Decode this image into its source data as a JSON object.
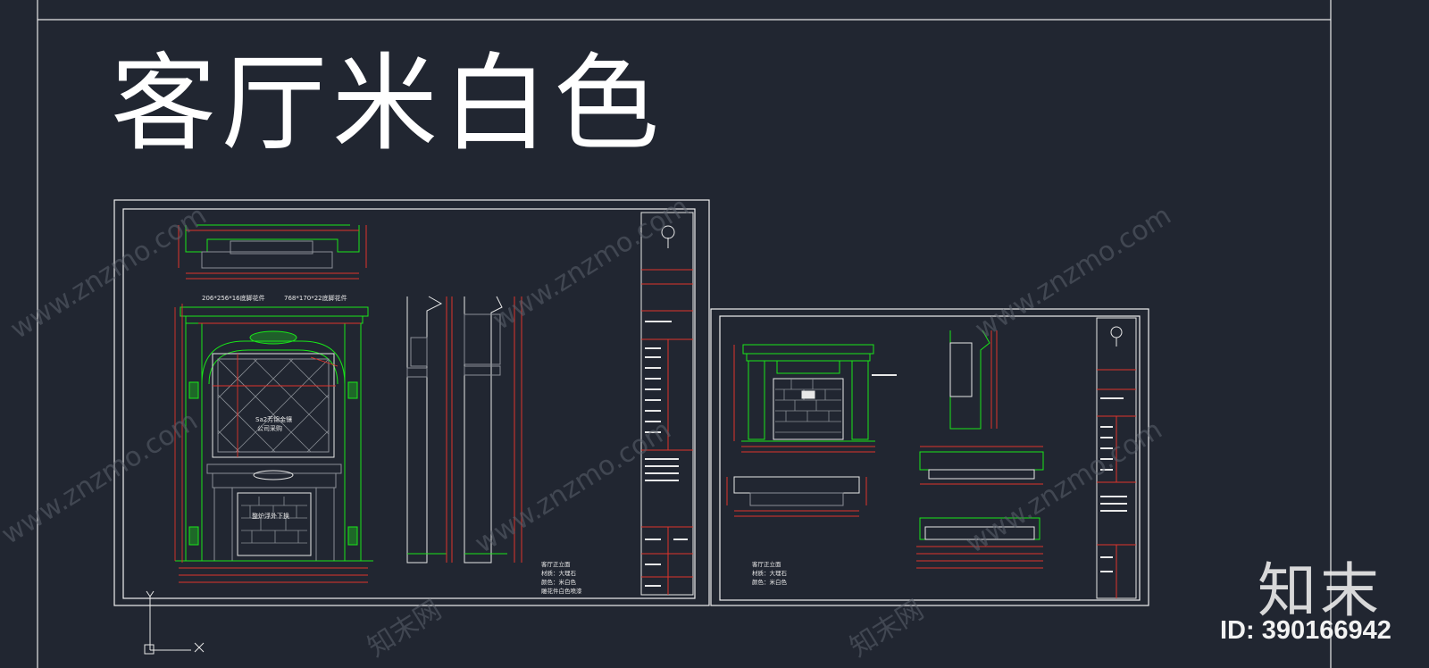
{
  "title": "客厅米白色",
  "watermark": {
    "logo_text": "知末",
    "id_text": "ID: 390166942",
    "site_text": "www.znzmo.com",
    "brand_text": "知末网"
  },
  "sheet1": {
    "annotations": {
      "top_left_note": "206*256*16底脚花件",
      "top_right_note": "768*170*22底脚花件",
      "panel_text_1": "Sa2芳锦金镶",
      "panel_text_2": "公司采购",
      "fireplace_text": "整炉浮外下换"
    },
    "caption": [
      "客厅正立面",
      "材质：大理石",
      "颜色：米白色",
      "雕花件白色喷漆"
    ]
  },
  "sheet2": {
    "caption": [
      "客厅正立面",
      "材质：大理石",
      "颜色：米白色"
    ]
  },
  "colors": {
    "background": "#212631",
    "frame": "#f0f0f0",
    "cad_green": "#19e619",
    "cad_red": "#e0342a",
    "cad_white": "#e8e8e8",
    "cad_gray": "#8a8f96"
  }
}
